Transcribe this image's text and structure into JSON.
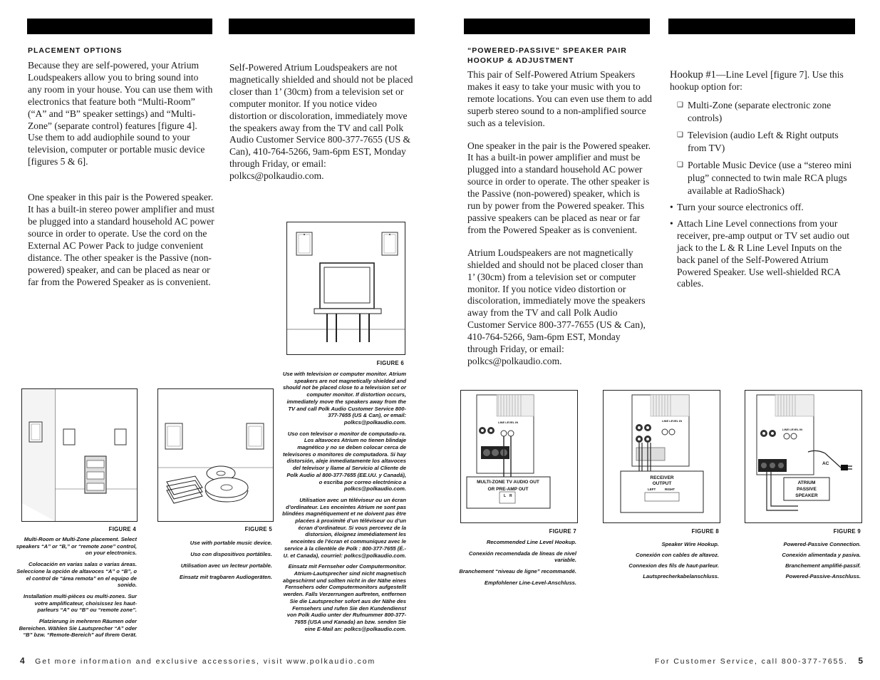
{
  "left_page": {
    "heading": "PLACEMENT OPTIONS",
    "col1": {
      "p1": "Because they are self-powered, your Atrium Loudspeakers allow you to bring sound into any room in your house. You can use them with electronics that feature both “Multi-Room” (“A” and “B” speaker settings) and “Multi-Zone” (separate control) features [figure 4]. Use them to add audiophile sound to your television, computer or portable music device [figures 5 & 6].",
      "p2": "One speaker in this pair is the Powered speaker. It has a built-in stereo power amplifier and must be plugged into a standard household AC power source in order to operate. Use the cord on the External AC Power Pack to judge convenient distance. The other speaker is the Passive (non-powered) speaker, and can be placed as near or far from the Powered Speaker as is convenient."
    },
    "col2": {
      "p1": "Self-Powered Atrium Loudspeakers are not magnetically shielded and should not be placed closer than 1’ (30cm) from a television set or computer monitor. If you notice video distortion or discoloration, immediately move the speakers away from the TV and call Polk Audio Customer Service 800-377-7655 (US & Can), 410-764-5266, 9am-6pm EST, Monday through Friday, or email: polkcs@polkaudio.com."
    },
    "fig4": {
      "label": "FIGURE 4",
      "en": "Multi-Room  or Multi-Zone placement. Select speakers “A” or “B,” or  “remote zone” control, on your electronics.",
      "es": "Colocación en varias salas o varias áreas. Seleccione la opción de altavoces “A” o “B”, o el control de “área remota” en el equipo de sonido.",
      "fr": "Installation multi-pièces ou multi-zones. Sur votre amplificateur, choisissez les haut-parleurs “A” ou “B” ou “remote zone”.",
      "de": "Platzierung in mehreren Räumen oder Bereichen. Wählen Sie Lautsprecher “A” oder “B” bzw. “Remote-Bereich” auf Ihrem Gerät."
    },
    "fig5": {
      "label": "FIGURE 5",
      "en": "Use with portable music device.",
      "es": "Uso con dispositivos portátiles.",
      "fr": "Utilisation avec un lecteur portable.",
      "de": "Einsatz mit tragbaren Audiogeräten."
    },
    "fig6": {
      "label": "FIGURE 6",
      "en": "Use with television or computer monitor. Atrium speakers are not magnetically shielded and should not be placed close to a television set or computer monitor. If distortion occurs, immediately move the speakers away from the TV and call Polk Audio Customer Service 800-377-7655 (US & Can), or email: polkcs@polkaudio.com.",
      "es": "Uso con televisor o monitor de computado-ra. Los altavoces Atrium no tienen blindaje magnético y no se deben colocar cerca de televisores o monitores de computadora. Si hay distorsión, aleje inmediatamente los altavoces del televisor y llame al Servicio al Cliente de Polk Audio al 800-377-7655 (EE.UU. y Canadá), o escriba por correo electrónico a polkcs@polkaudio.com.",
      "fr": "Utilisation avec un téléviseur ou un écran d’ordinateur. Les enceintes Atrium ne sont pas blindées magnétiquement et ne doivent pas être placées à proximité d’un téléviseur ou d’un écran d’ordinateur. Si vous percevez de la distorsion, éloignez immédiatement les enceintes de l’écran et communiquez avec le service à la clientèle de Polk : 800-377-7655 (É.-U. et Canada), courriel: polkcs@polkaudio.com.",
      "de": "Einsatz mit Fernseher oder Computermonitor. Atrium-Lautsprecher sind nicht magnetisch abgeschirmt und sollten nicht in der Nähe eines Fernsehers oder Computermonitors aufgestellt werden. Falls Verzerrungen auftreten, entfernen Sie die Lautsprecher sofort aus der Nähe des Fernsehers und rufen Sie den Kundendienst von Polk Audio unter der Rufnummer 800-377-7655 (USA und Kanada) an bzw. senden Sie eine E-Mail an: polkcs@polkaudio.com."
    },
    "footer_num": "4",
    "footer_text": "Get more information and exclusive accessories, visit www.polkaudio.com"
  },
  "right_page": {
    "heading_line1": "“POWERED-PASSIVE” SPEAKER PAIR",
    "heading_line2": "HOOKUP & ADJUSTMENT",
    "col1": {
      "p1": "This pair of Self-Powered Atrium Speakers makes it easy to take your music with you to remote locations. You can even use them to add superb stereo sound to a non-amplified source such as a television.",
      "p2": "One speaker in the pair is the Powered speaker. It has a built-in power amplifier and must be plugged into a standard household AC power source in order to operate. The other speaker is the Passive (non-powered) speaker, which is run by power from the Powered speaker. This passive speakers can be placed as near or far from the Powered Speaker as is convenient.",
      "p3": "Atrium Loudspeakers are not magnetically shielded and should not be placed closer than 1’ (30cm) from a television set or computer monitor. If you notice video distortion or discoloration, immediately move the speakers away from the TV and call Polk Audio Customer Service 800-377-7655 (US & Can), 410-764-5266, 9am-6pm EST, Monday through Friday, or email: polkcs@polkaudio.com."
    },
    "col2": {
      "hookup_title": "Hookup #1",
      "hookup_rest": "—Line Level [figure 7]. Use this hookup option for:",
      "opt1": "Multi-Zone (separate electronic zone controls)",
      "opt2": "Television (audio Left & Right outputs from TV)",
      "opt3": "Portable Music Device (use a “stereo mini plug” connected to twin male RCA plugs available at RadioShack)",
      "bullet1": "Turn your source electronics off.",
      "bullet2": "Attach Line Level connections from your receiver, pre-amp output or TV set audio out jack to the L & R Line Level Inputs on the back panel of the Self-Powered Atrium Powered Speaker. Use well-shielded RCA cables."
    },
    "fig7": {
      "label": "FIGURE 7",
      "box1": "MULTI-ZONE  TV AUDIO OUT",
      "box2": "OR PRE-AMP OUT",
      "l": "L",
      "r": "R",
      "line_level": "LINE LEVEL IN",
      "en": "Recommended Line Level Hookup.",
      "es": "Conexión recomendada de líneas de nivel variable.",
      "fr": "Branchement “niveau de ligne” recommandé.",
      "de": "Empfohlener Line-Level-Anschluss."
    },
    "fig8": {
      "label": "FIGURE 8",
      "box1": "RECEIVER",
      "box2": "OUTPUT",
      "left": "LEFT",
      "right": "RIGHT",
      "line_level": "LINE LEVEL IN",
      "en": "Speaker Wire Hookup.",
      "es": "Conexión con cables de altavoz.",
      "fr": "Connexion des fils de haut-parleur.",
      "de": "Lautsprecherkabelanschluss."
    },
    "fig9": {
      "label": "FIGURE 9",
      "ac": "AC",
      "atrium1": "ATRIUM",
      "atrium2": "PASSIVE",
      "atrium3": "SPEAKER",
      "line_level": "LINE LEVEL IN",
      "en": "Powered-Passive Connection.",
      "es": "Conexión alimentada y pasiva.",
      "fr": "Branchement amplifié-passif.",
      "de": "Powered-Passive-Anschluss."
    },
    "footer_text": "For Customer Service, call 800-377-7655.",
    "footer_num": "5"
  }
}
